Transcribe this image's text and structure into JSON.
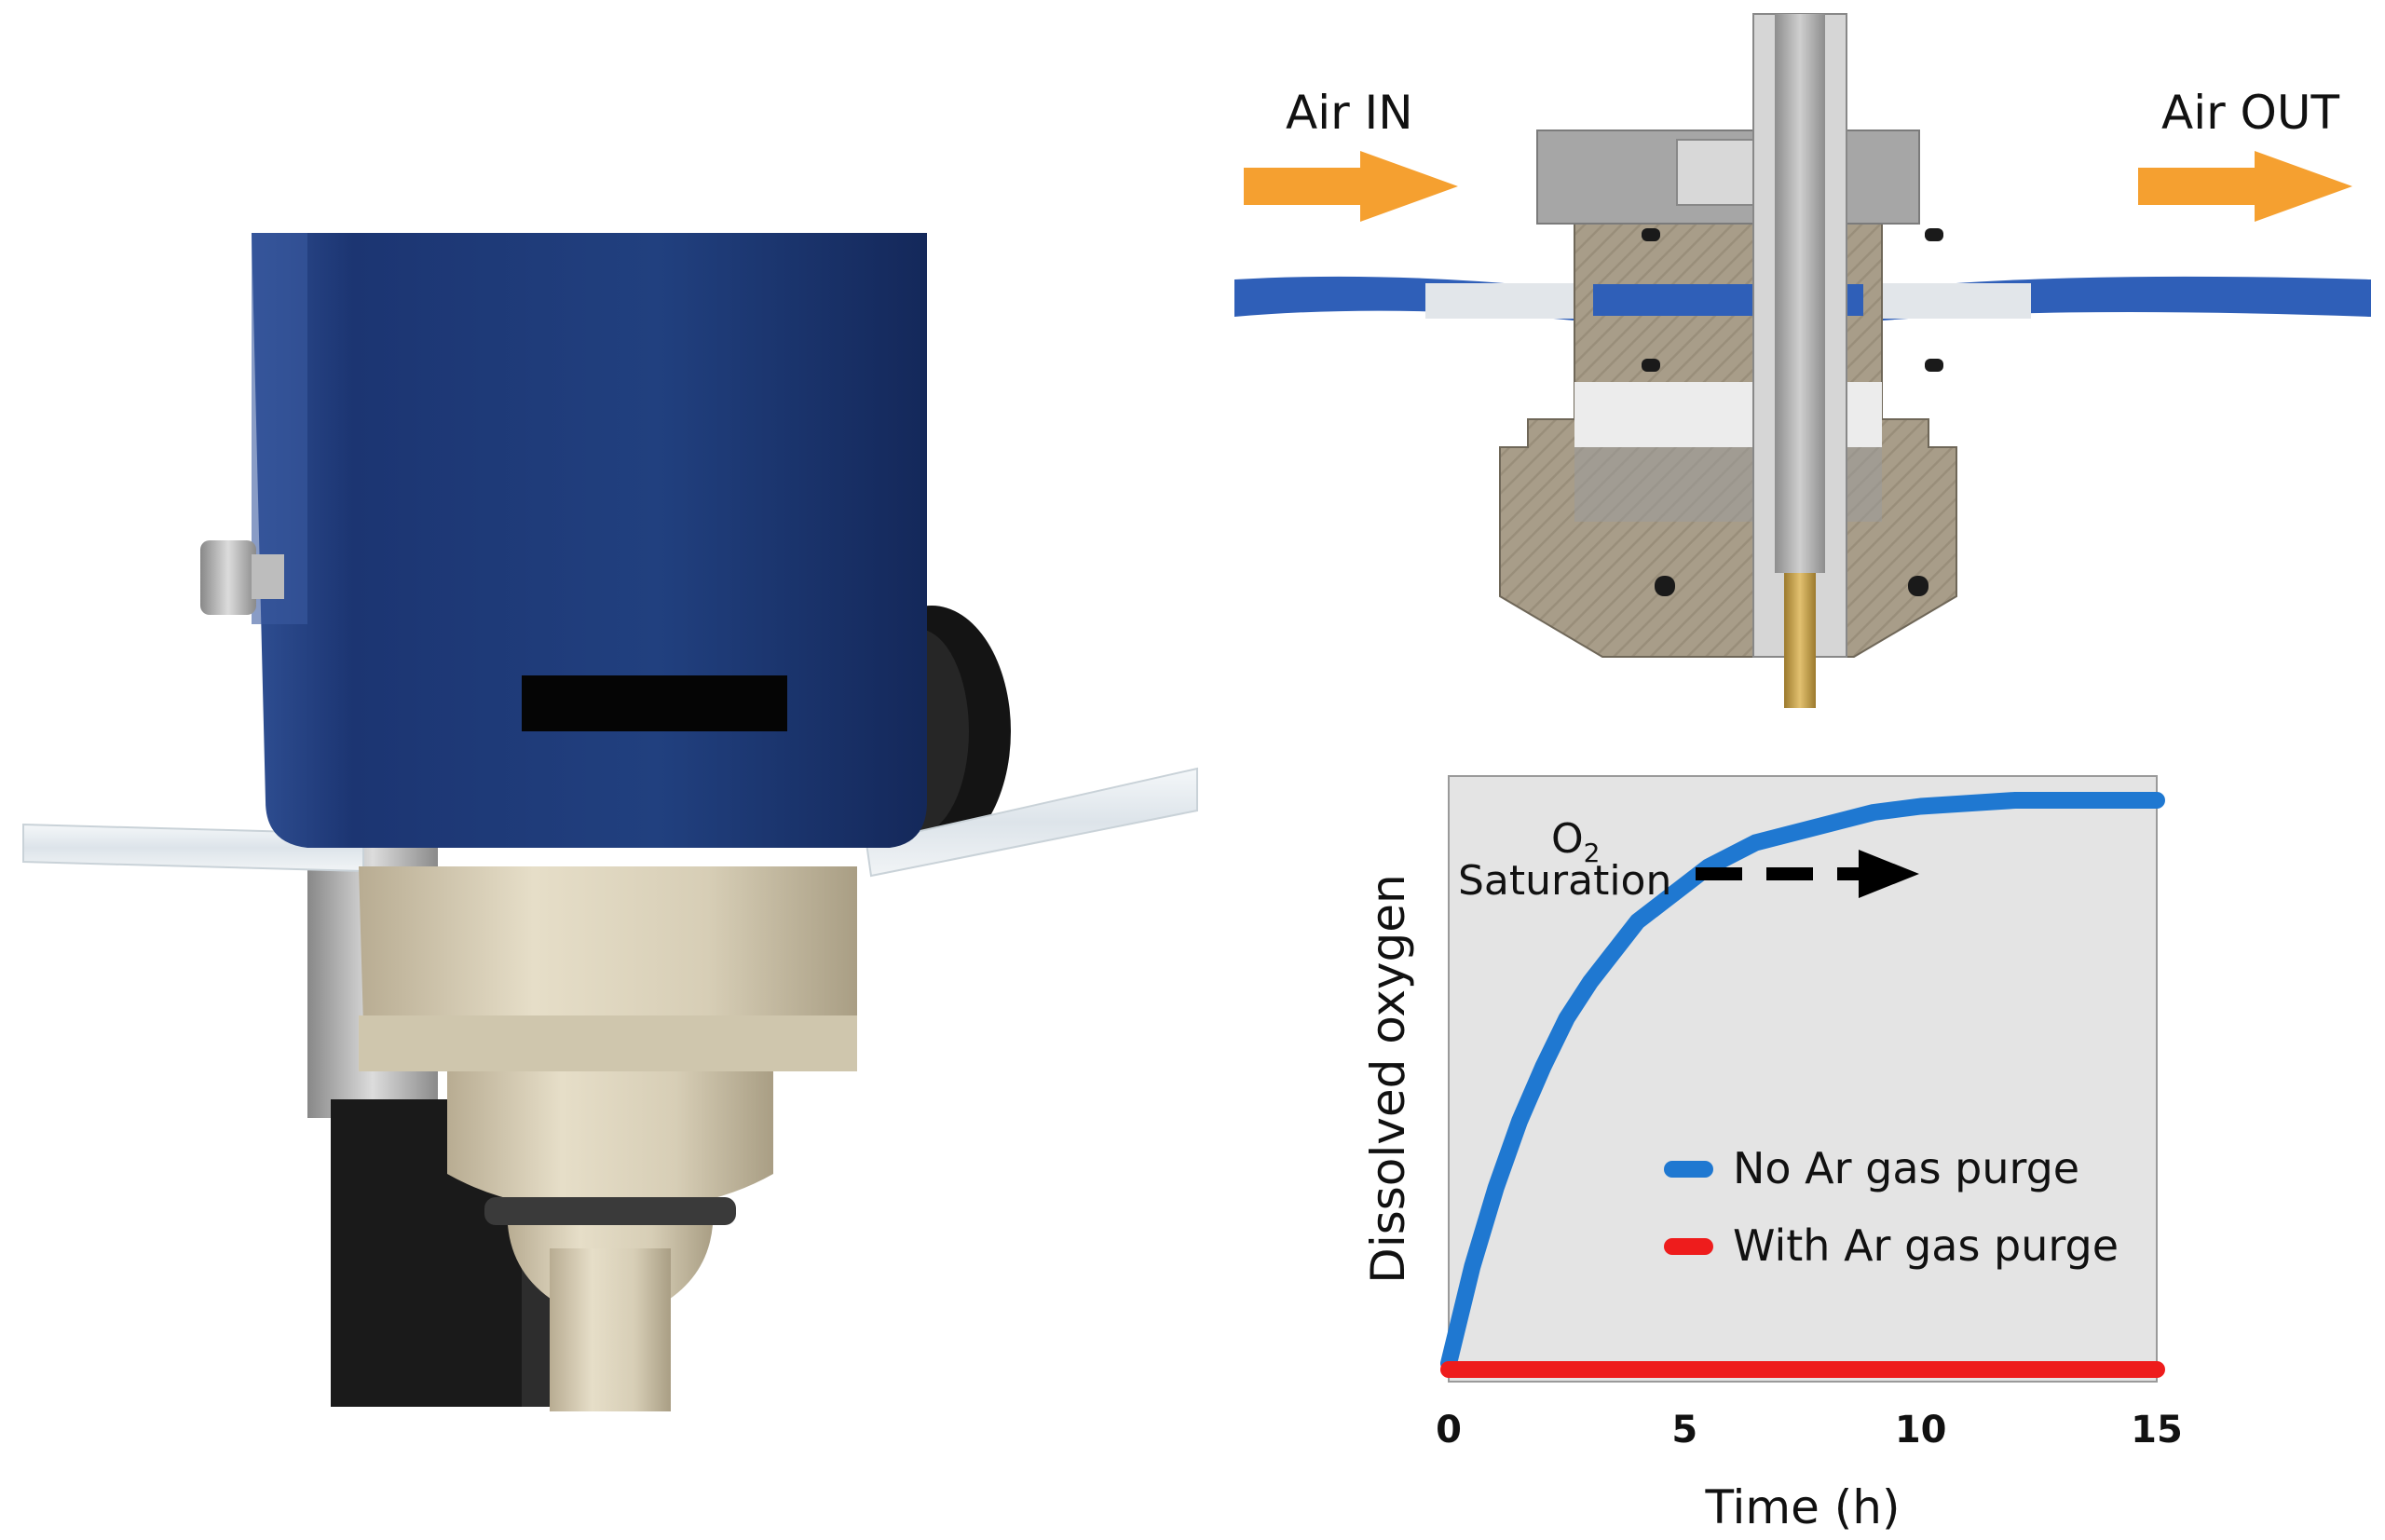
{
  "diagram": {
    "air_in_label": "Air IN",
    "air_out_label": "Air OUT",
    "arrow_color": "#f5a030",
    "tube_color": "#2f5fb8",
    "body_color": "#b5aa98",
    "cap_color": "#a5a5a5"
  },
  "photo": {
    "housing_color": "#1f3a78",
    "fitting_color": "#d6ccb4",
    "tubing_color": "#e8eef2"
  },
  "chart_data": {
    "type": "line",
    "xlabel": "Time (h)",
    "ylabel": "Dissolved oxygen",
    "xlim": [
      0,
      15
    ],
    "ylim": [
      0,
      1
    ],
    "xticks": [
      0,
      5,
      10,
      15
    ],
    "grid": false,
    "legend_position": "bottom-right",
    "background_color": "#e4e4e4",
    "annotation": {
      "line1": "O",
      "subscript": "2",
      "line2": "Saturation"
    },
    "series": [
      {
        "name": "No Ar gas purge",
        "color": "#1f78d1",
        "x": [
          0,
          0.5,
          1,
          1.5,
          2,
          2.5,
          3,
          3.5,
          4,
          4.5,
          5,
          5.5,
          6,
          6.5,
          7,
          7.5,
          8,
          8.5,
          9,
          9.5,
          10,
          11,
          12,
          13,
          14,
          15
        ],
        "y": [
          0.03,
          0.19,
          0.32,
          0.43,
          0.52,
          0.6,
          0.66,
          0.71,
          0.76,
          0.79,
          0.82,
          0.85,
          0.87,
          0.89,
          0.9,
          0.91,
          0.92,
          0.93,
          0.94,
          0.945,
          0.95,
          0.955,
          0.96,
          0.96,
          0.96,
          0.96
        ]
      },
      {
        "name": "With Ar gas purge",
        "color": "#ee1c1c",
        "x": [
          0,
          5,
          10,
          15
        ],
        "y": [
          0.02,
          0.02,
          0.02,
          0.02
        ]
      }
    ]
  }
}
